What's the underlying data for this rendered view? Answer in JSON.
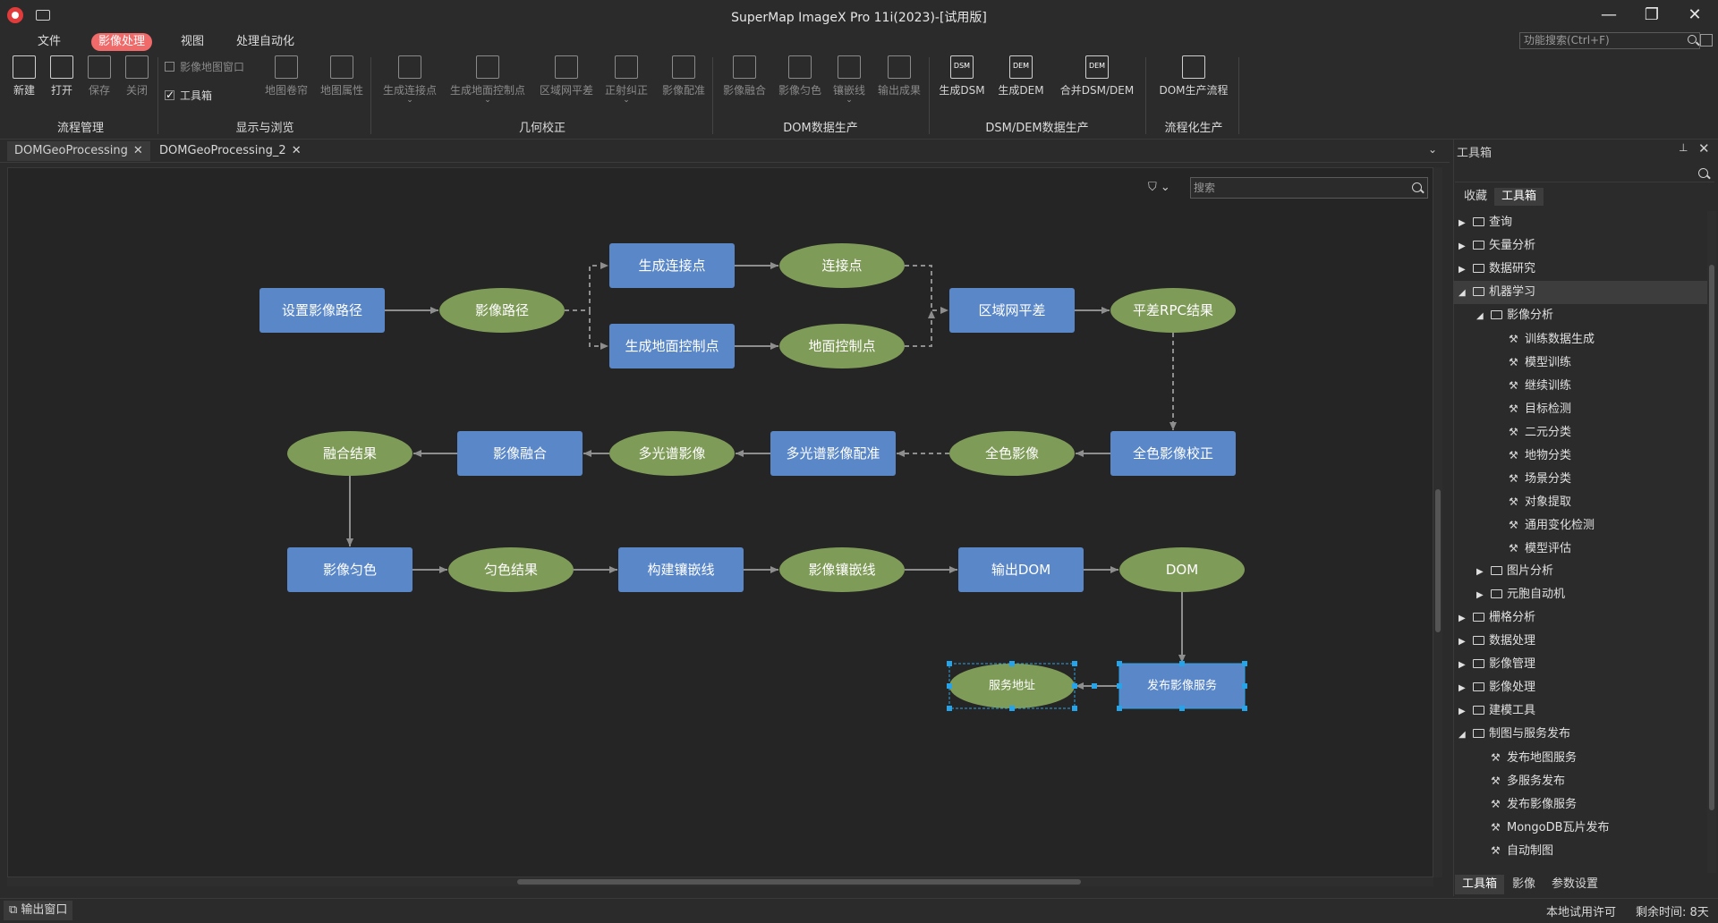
{
  "window": {
    "title": "SuperMap ImageX Pro 11i(2023)-[试用版]",
    "minimize": "—",
    "maximize": "❐",
    "close": "✕"
  },
  "menu": [
    "文件",
    "影像处理",
    "视图",
    "处理自动化"
  ],
  "feature_search": {
    "placeholder": "功能搜索(Ctrl+F)"
  },
  "ribbon": {
    "groups": [
      "流程管理",
      "显示与浏览",
      "几何校正",
      "DOM数据生产",
      "DSM/DEM数据生产",
      "流程化生产"
    ],
    "flow": [
      "新建",
      "打开",
      "保存",
      "关闭"
    ],
    "display_checks": [
      "影像地图窗口",
      "工具箱"
    ],
    "display": [
      "地图卷帘",
      "地图属性"
    ],
    "geo": [
      "生成连接点",
      "生成地面控制点",
      "区域网平差",
      "正射纠正",
      "影像配准"
    ],
    "dom": [
      "影像融合",
      "影像匀色",
      "镶嵌线",
      "输出成果"
    ],
    "dsm": [
      "生成DSM",
      "生成DEM",
      "合并DSM/DEM"
    ],
    "dsm_icons": [
      "DSM",
      "DEM",
      "DEM"
    ],
    "prod": [
      "DOM生产流程"
    ]
  },
  "tabs": [
    {
      "label": "DOMGeoProcessing"
    },
    {
      "label": "DOMGeoProcessing_2"
    }
  ],
  "canvas": {
    "search_placeholder": "搜索"
  },
  "flow_nodes": {
    "n1": "设置影像路径",
    "n2": "影像路径",
    "n3": "生成连接点",
    "n4": "连接点",
    "n5": "生成地面控制点",
    "n6": "地面控制点",
    "n7": "区域网平差",
    "n8": "平差RPC结果",
    "n9": "全色影像校正",
    "n10": "全色影像",
    "n11": "多光谱影像配准",
    "n12": "多光谱影像",
    "n13": "影像融合",
    "n14": "融合结果",
    "n15": "影像匀色",
    "n16": "匀色结果",
    "n17": "构建镶嵌线",
    "n18": "影像镶嵌线",
    "n19": "输出DOM",
    "n20": "DOM",
    "n21": "发布影像服务",
    "n22": "服务地址"
  },
  "colors": {
    "process": "#5a87c8",
    "data": "#7f9b58",
    "edge": "#8e8e8e",
    "selection": "#29a3e8",
    "accent": "#f06a6a"
  },
  "toolbox": {
    "title": "工具箱",
    "tabs": [
      "收藏",
      "工具箱"
    ],
    "tree": [
      {
        "label": "查询",
        "level": 0,
        "type": "folder",
        "expanded": false
      },
      {
        "label": "矢量分析",
        "level": 0,
        "type": "folder",
        "expanded": false
      },
      {
        "label": "数据研究",
        "level": 0,
        "type": "folder",
        "expanded": false
      },
      {
        "label": "机器学习",
        "level": 0,
        "type": "folder",
        "expanded": true
      },
      {
        "label": "影像分析",
        "level": 1,
        "type": "folder",
        "expanded": true
      },
      {
        "label": "训练数据生成",
        "level": 2,
        "type": "tool"
      },
      {
        "label": "模型训练",
        "level": 2,
        "type": "tool"
      },
      {
        "label": "继续训练",
        "level": 2,
        "type": "tool"
      },
      {
        "label": "目标检测",
        "level": 2,
        "type": "tool"
      },
      {
        "label": "二元分类",
        "level": 2,
        "type": "tool"
      },
      {
        "label": "地物分类",
        "level": 2,
        "type": "tool"
      },
      {
        "label": "场景分类",
        "level": 2,
        "type": "tool"
      },
      {
        "label": "对象提取",
        "level": 2,
        "type": "tool"
      },
      {
        "label": "通用变化检测",
        "level": 2,
        "type": "tool"
      },
      {
        "label": "模型评估",
        "level": 2,
        "type": "tool"
      },
      {
        "label": "图片分析",
        "level": 1,
        "type": "folder",
        "expanded": false
      },
      {
        "label": "元胞自动机",
        "level": 1,
        "type": "folder",
        "expanded": false
      },
      {
        "label": "栅格分析",
        "level": 0,
        "type": "folder",
        "expanded": false
      },
      {
        "label": "数据处理",
        "level": 0,
        "type": "folder",
        "expanded": false
      },
      {
        "label": "影像管理",
        "level": 0,
        "type": "folder",
        "expanded": false
      },
      {
        "label": "影像处理",
        "level": 0,
        "type": "folder",
        "expanded": false
      },
      {
        "label": "建模工具",
        "level": 0,
        "type": "folder",
        "expanded": false
      },
      {
        "label": "制图与服务发布",
        "level": 0,
        "type": "folder",
        "expanded": true
      },
      {
        "label": "发布地图服务",
        "level": 1,
        "type": "tool"
      },
      {
        "label": "多服务发布",
        "level": 1,
        "type": "tool"
      },
      {
        "label": "发布影像服务",
        "level": 1,
        "type": "tool"
      },
      {
        "label": "MongoDB瓦片发布",
        "level": 1,
        "type": "tool"
      },
      {
        "label": "自动制图",
        "level": 1,
        "type": "tool"
      }
    ],
    "bottom_tabs": [
      "工具箱",
      "影像",
      "参数设置"
    ]
  },
  "status": {
    "output_window": "输出窗口",
    "license": "本地试用许可",
    "remaining": "剩余时间: 8天"
  }
}
